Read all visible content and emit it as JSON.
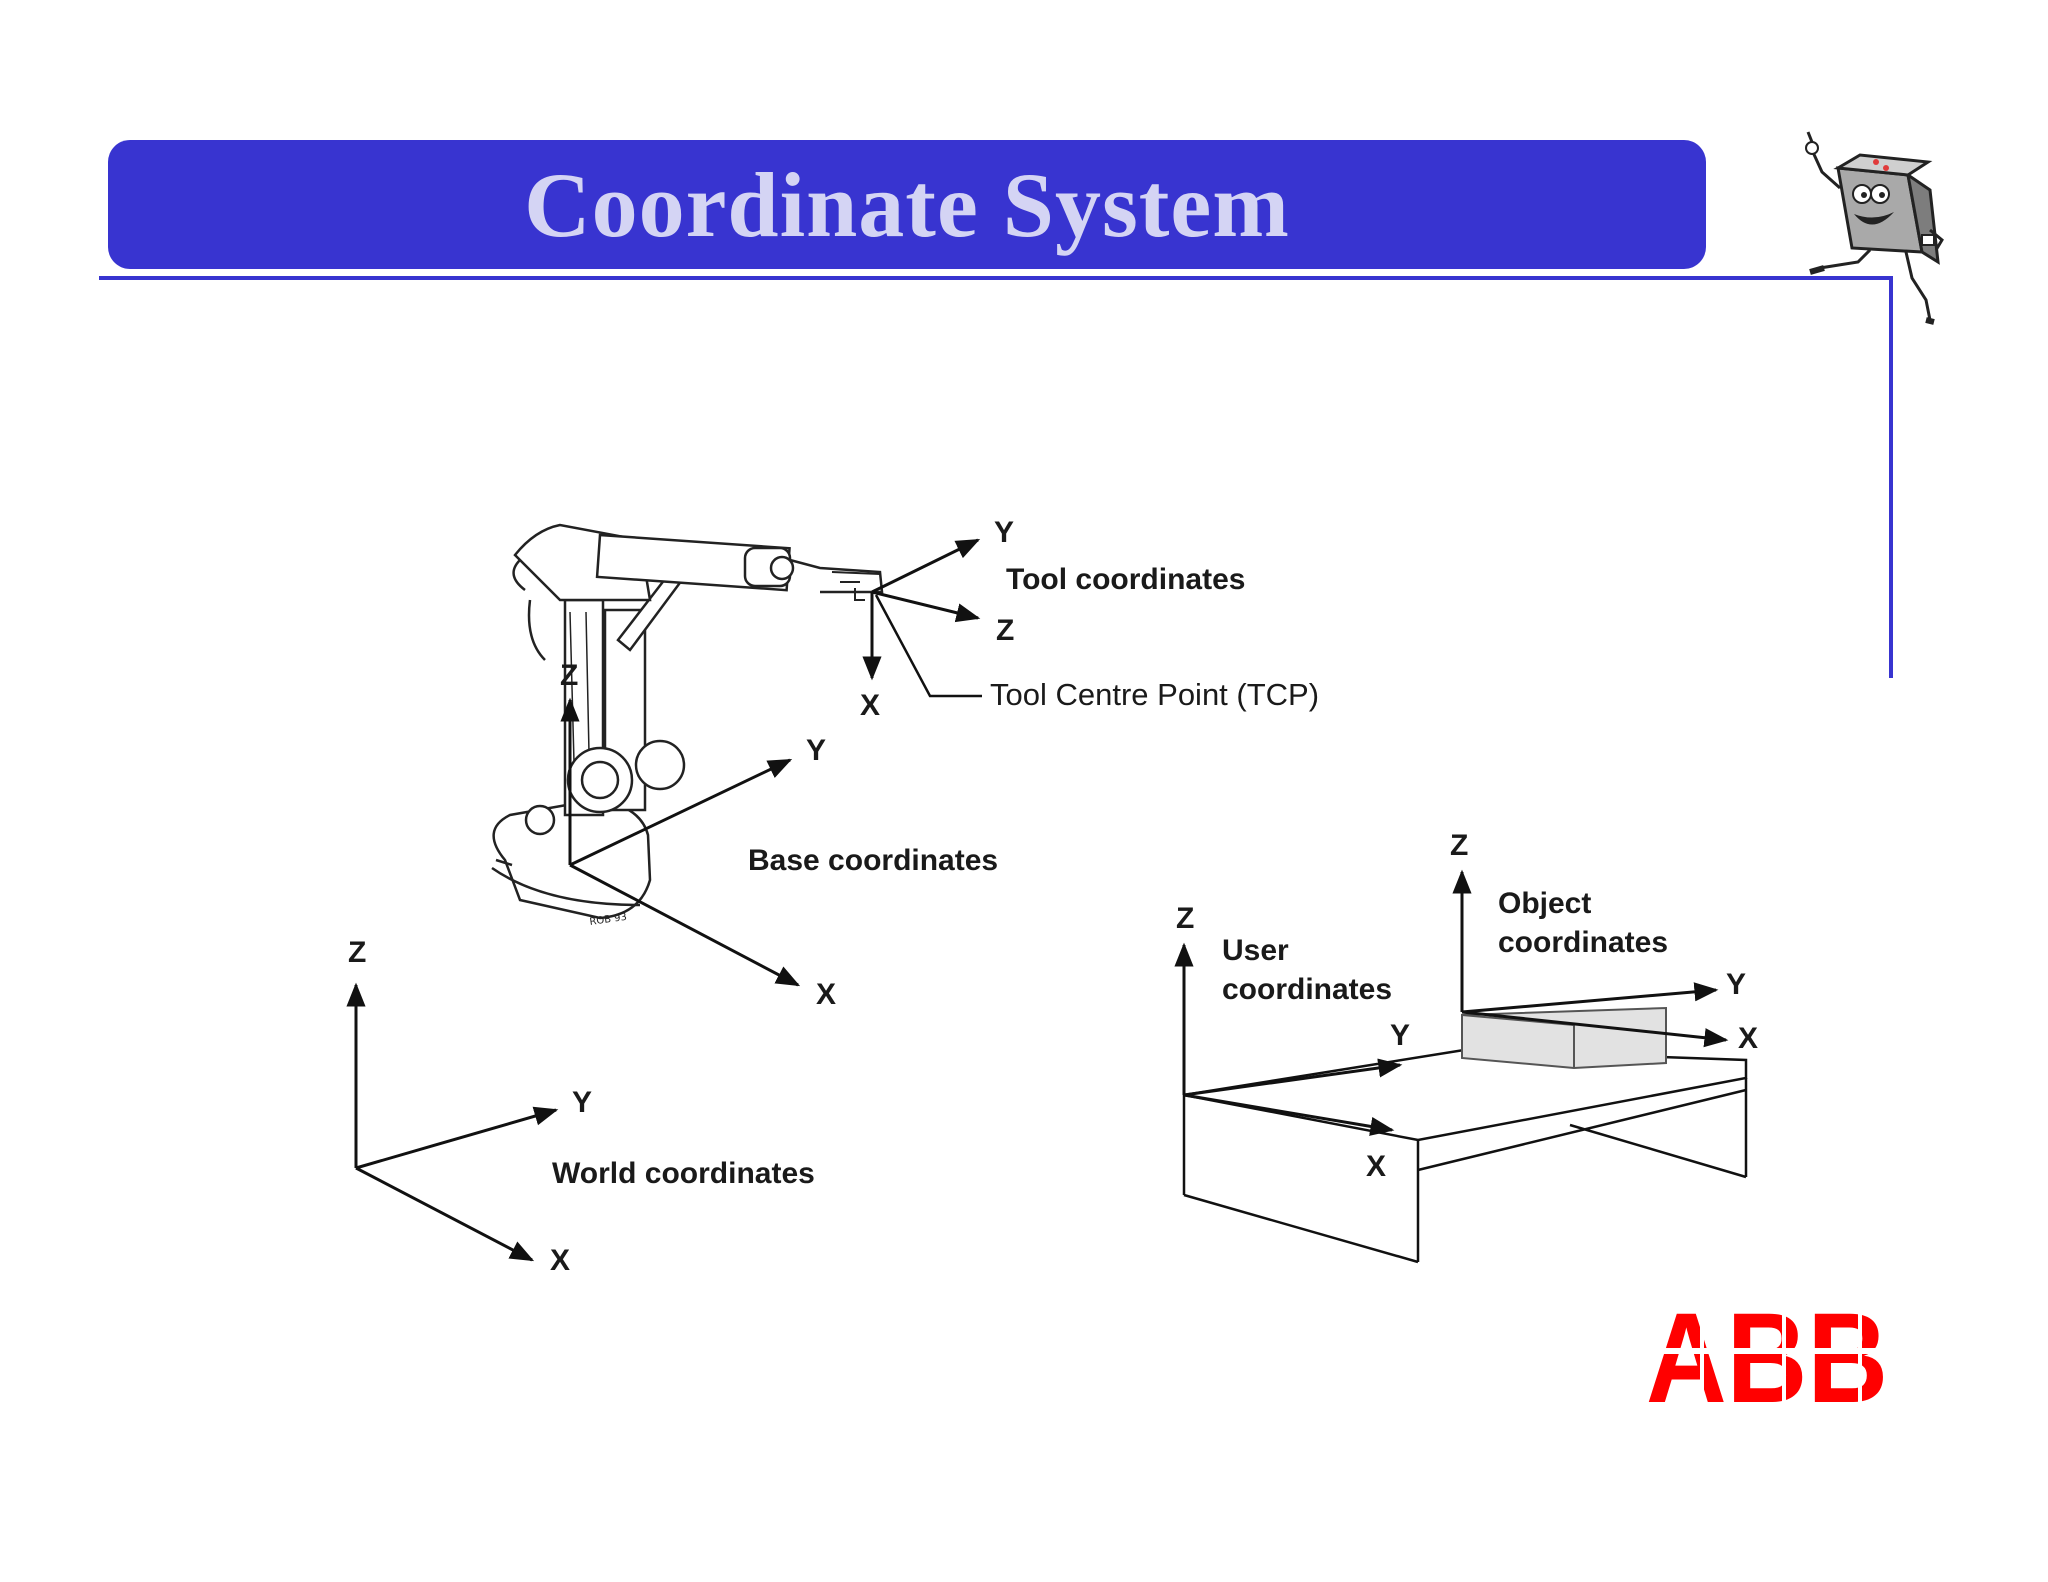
{
  "title": "Coordinate System",
  "logo": {
    "text": "ABB",
    "color": "#ff0000"
  },
  "colors": {
    "accent": "#3834d0",
    "title_text": "#d4d4f4"
  },
  "tool": {
    "axis_y": "Y",
    "axis_z": "Z",
    "axis_x": "X",
    "label": "Tool coordinates",
    "tcp_label": "Tool Centre Point (TCP)"
  },
  "base": {
    "axis_z": "Z",
    "axis_y": "Y",
    "axis_x": "X",
    "label": "Base coordinates"
  },
  "world": {
    "axis_z": "Z",
    "axis_y": "Y",
    "axis_x": "X",
    "label": "World coordinates"
  },
  "user": {
    "axis_z": "Z",
    "axis_y": "Y",
    "axis_x": "X",
    "label_line1": "User",
    "label_line2": "coordinates"
  },
  "object": {
    "axis_z": "Z",
    "axis_y": "Y",
    "axis_x": "X",
    "label_line1": "Object",
    "label_line2": "coordinates"
  },
  "icons": {
    "mascot": "computer-mascot-icon",
    "robot": "robot-arm-illustration"
  }
}
